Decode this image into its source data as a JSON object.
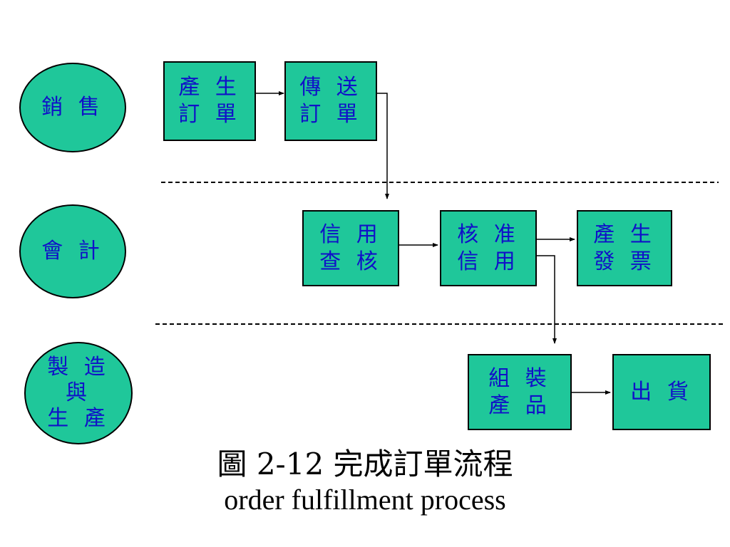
{
  "lanes": [
    {
      "label": "銷 售"
    },
    {
      "label": "會 計"
    },
    {
      "label_lines": [
        "製 造",
        "與",
        "生 產"
      ]
    }
  ],
  "boxes": {
    "create_order": [
      "產 生",
      "訂 單"
    ],
    "send_order": [
      "傳 送",
      "訂 單"
    ],
    "credit_check": [
      "信 用",
      "查 核"
    ],
    "approve_credit": [
      "核 准",
      "信 用"
    ],
    "create_invoice": [
      "產 生",
      "發 票"
    ],
    "assemble_product": [
      "組 裝",
      "產 品"
    ],
    "ship": [
      "出 貨"
    ]
  },
  "caption": {
    "title": "圖 2-12  完成訂單流程",
    "subtitle": "order fulfillment process"
  },
  "colors": {
    "fill": "#1fc79a",
    "text": "#1010c8",
    "line": "#000000"
  }
}
